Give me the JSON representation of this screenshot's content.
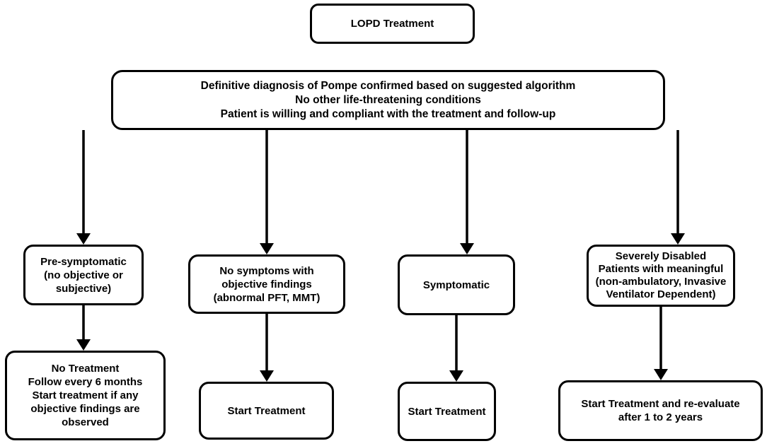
{
  "title": "LOPD Treatment",
  "criteria": [
    "Definitive diagnosis of Pompe confirmed based on suggested algorithm",
    "No other life-threatening conditions",
    "Patient is willing and compliant with the treatment and follow-up"
  ],
  "categories": [
    {
      "label": [
        "Pre-symptomatic",
        "(no objective or",
        "subjective)"
      ],
      "action": [
        "No Treatment",
        "Follow every 6 months",
        "Start treatment if any",
        "objective findings are",
        "observed"
      ]
    },
    {
      "label": [
        "No symptoms with",
        "objective findings",
        "(abnormal PFT, MMT)"
      ],
      "action": [
        "Start Treatment"
      ]
    },
    {
      "label": [
        "Symptomatic"
      ],
      "action": [
        "Start Treatment"
      ]
    },
    {
      "label": [
        "Severely Disabled",
        "Patients with meaningful",
        "(non-ambulatory, Invasive",
        "Ventilator Dependent)"
      ],
      "action": [
        "Start Treatment and re-evaluate",
        "after 1 to 2 years"
      ]
    }
  ]
}
